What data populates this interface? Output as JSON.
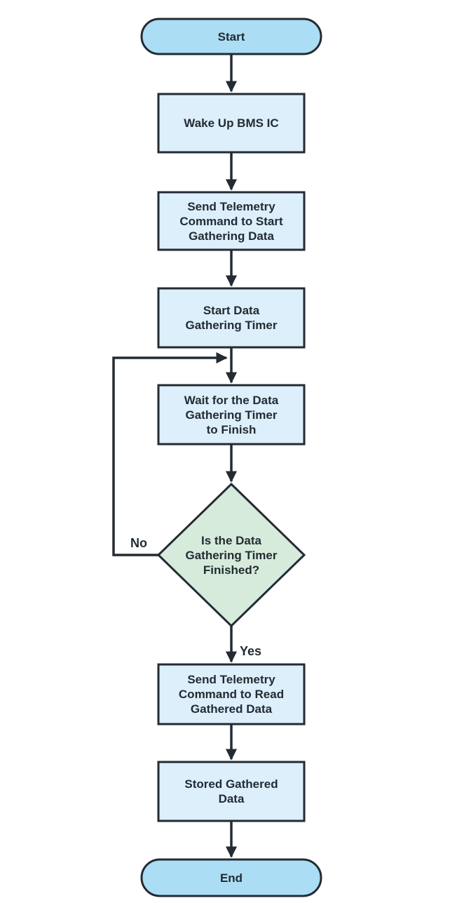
{
  "diagram": {
    "type": "flowchart",
    "background": "#ffffff",
    "colors": {
      "terminator_fill": "#abdef5",
      "process_fill": "#dceffa",
      "decision_fill": "#d6ebdb",
      "line": "#232b33"
    },
    "nodes": [
      {
        "id": "start",
        "type": "terminator",
        "label": "Start"
      },
      {
        "id": "wake-up-bms-ic",
        "type": "process",
        "label": "Wake Up BMS IC"
      },
      {
        "id": "send-telemetry-start",
        "type": "process",
        "label": "Send Telemetry\nCommand to Start\nGathering Data"
      },
      {
        "id": "start-data-gathering-timer",
        "type": "process",
        "label": "Start Data\nGathering Timer"
      },
      {
        "id": "wait-for-timer",
        "type": "process",
        "label": "Wait for the Data\nGathering Timer\nto Finish"
      },
      {
        "id": "is-timer-finished",
        "type": "decision",
        "label": "Is the Data\nGathering Timer\nFinished?"
      },
      {
        "id": "send-telemetry-read",
        "type": "process",
        "label": "Send Telemetry\nCommand to Read\nGathered Data"
      },
      {
        "id": "stored-gathered-data",
        "type": "process",
        "label": "Stored Gathered\nData"
      },
      {
        "id": "end",
        "type": "terminator",
        "label": "End"
      }
    ],
    "edge_labels": {
      "no": "No",
      "yes": "Yes"
    }
  }
}
